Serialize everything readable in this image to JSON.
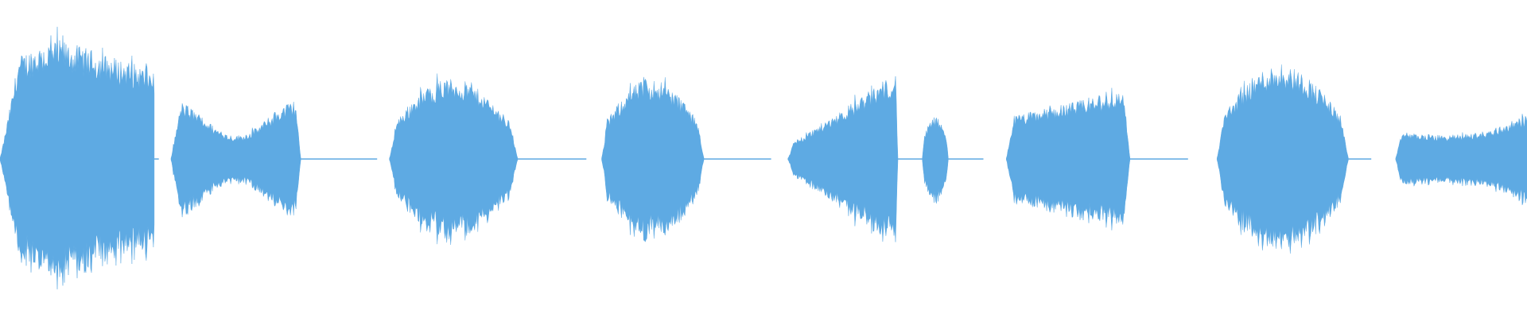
{
  "waveform": {
    "color": "#5eaae3",
    "background": "#ffffff",
    "segments": [
      {
        "start": 0.0,
        "end": 0.101,
        "peak": 0.68,
        "profile": "swell-front"
      },
      {
        "start": 0.112,
        "end": 0.197,
        "peak": 0.34,
        "profile": "double"
      },
      {
        "start": 0.255,
        "end": 0.339,
        "peak": 0.46,
        "profile": "hill"
      },
      {
        "start": 0.394,
        "end": 0.461,
        "peak": 0.46,
        "profile": "hill"
      },
      {
        "start": 0.516,
        "end": 0.588,
        "peak": 0.5,
        "profile": "ramp-up"
      },
      {
        "start": 0.604,
        "end": 0.621,
        "peak": 0.24,
        "profile": "hill"
      },
      {
        "start": 0.659,
        "end": 0.74,
        "peak": 0.4,
        "profile": "plateau"
      },
      {
        "start": 0.797,
        "end": 0.883,
        "peak": 0.54,
        "profile": "hill"
      },
      {
        "start": 0.914,
        "end": 1.0,
        "peak": 0.25,
        "profile": "tail-rise"
      }
    ],
    "silence_lines": [
      {
        "start": 0.101,
        "end": 0.104
      },
      {
        "start": 0.197,
        "end": 0.247
      },
      {
        "start": 0.339,
        "end": 0.384
      },
      {
        "start": 0.461,
        "end": 0.505
      },
      {
        "start": 0.588,
        "end": 0.604
      },
      {
        "start": 0.621,
        "end": 0.644
      },
      {
        "start": 0.74,
        "end": 0.778
      },
      {
        "start": 0.883,
        "end": 0.898
      }
    ]
  }
}
